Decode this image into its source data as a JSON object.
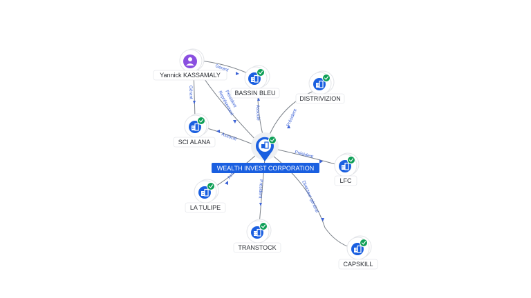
{
  "graph": {
    "center": {
      "label": "WEALTH INVEST CORPORATION"
    },
    "nodes": {
      "yannick": {
        "label": "Yannick KASSAMALY",
        "type": "person"
      },
      "bassin_bleu": {
        "label": "BASSIN BLEU",
        "type": "company",
        "verified": true
      },
      "distrivizion": {
        "label": "DISTRIVIZION",
        "type": "company",
        "verified": true
      },
      "sci_alana": {
        "label": "SCI ALANA",
        "type": "company",
        "verified": true
      },
      "lfc": {
        "label": "LFC",
        "type": "company",
        "verified": true
      },
      "la_tulipe": {
        "label": "LA TULIPE",
        "type": "company",
        "verified": true
      },
      "transtock": {
        "label": "TRANSTOCK",
        "type": "company",
        "verified": true
      },
      "capskill": {
        "label": "CAPSKILL",
        "type": "company",
        "verified": true
      }
    },
    "edges": {
      "yannick_bassin": "Gérant",
      "yannick_sci": "Gérant",
      "yannick_center_1": "Président",
      "yannick_center_2": "Représentant",
      "center_bassin": "Associé",
      "center_distri": "Président",
      "center_sci": "Associé",
      "center_lfc": "Président",
      "center_tulipe": "Associé",
      "center_transtock": "Président",
      "center_capskill": "Directeur général"
    },
    "colors": {
      "accent": "#1a5fe0",
      "verified": "#0e9f57",
      "person": "#8a4fe0",
      "edge_label": "#3d63d6"
    },
    "icons": {
      "company": "building-icon",
      "person": "person-icon",
      "verified": "check-badge-icon"
    }
  }
}
